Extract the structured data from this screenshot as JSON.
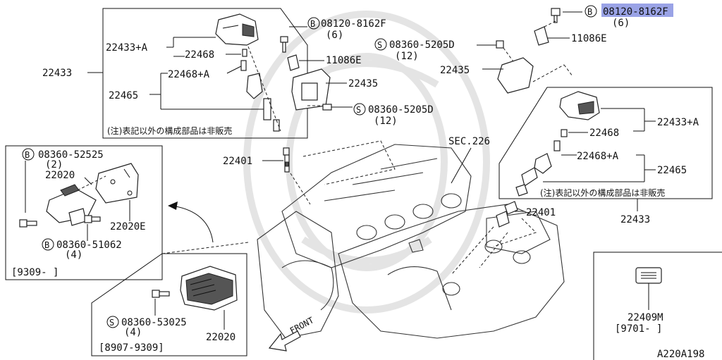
{
  "labels": {
    "tl_22433_plus_a": "22433+A",
    "tl_22468": "22468",
    "tl_22468_plus_a": "22468+A",
    "tl_22465": "22465",
    "tl_22433": "22433",
    "tl_bolt_code": "08120-8162F",
    "tl_bolt_qty": "(6)",
    "tl_11086e": "11086E",
    "tl_22435": "22435",
    "tl_screw_code": "08360-5205D",
    "tl_screw_qty": "(12)",
    "tl_note": "(注)表記以外の構成部品は非販売",
    "top_screw_code": "08360-5205D",
    "top_screw_qty": "(12)",
    "tr_bolt_code": "08120-8162",
    "tr_bolt_suffix": "F",
    "tr_bolt_qty": "(6)",
    "tr_11086e": "11086E",
    "tr_22435": "22435",
    "tr_22433_plus_a": "22433+A",
    "tr_22468": "22468",
    "tr_22468_plus_a": "22468+A",
    "tr_22465": "22465",
    "tr_note": "(注)表記以外の構成部品は非販売",
    "tr_22433": "22433",
    "sec_226": "SEC.226",
    "l_22401": "22401",
    "r_22401": "22401",
    "ml_bolt_code": "08360-52525",
    "ml_bolt_qty": "(2)",
    "ml_22020": "22020",
    "ml_22020e": "22020E",
    "ml_screw_code": "08360-51062",
    "ml_screw_qty": "(4)",
    "ml_date": "[9309-     ]",
    "bl_screw_code": "08360-53025",
    "bl_screw_qty": "(4)",
    "bl_22020": "22020",
    "bl_date": "[8907-9309]",
    "front": "FRONT",
    "br_22409m": "22409M",
    "br_date": "[9701-     ]",
    "diagram_id": "A220A198",
    "symbol_b": "B",
    "symbol_s": "S"
  },
  "colors": {
    "highlight": "#9aa3e6",
    "ink": "#111111"
  }
}
